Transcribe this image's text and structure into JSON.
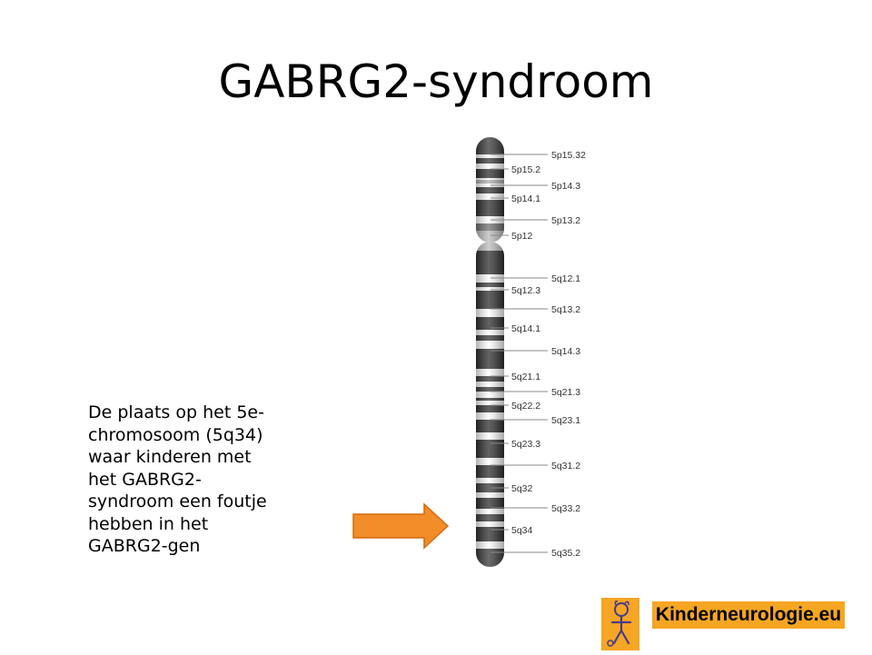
{
  "slide": {
    "title": "GABRG2-syndroom",
    "caption_lines": [
      "De plaats op het 5e-",
      "chromosoom  (5q34)",
      "waar kinderen met",
      "het GABRG2-",
      "syndroom een foutje",
      "hebben in het",
      "GABRG2-gen"
    ]
  },
  "chromosome": {
    "right_labels": [
      "5p15.32",
      "5p14.3",
      "5p13.2",
      "5q12.1",
      "5q13.2",
      "5q14.3",
      "5q21.3",
      "5q23.1",
      "5q31.2",
      "5q33.2",
      "5q35.2"
    ],
    "left_labels": [
      "5p15.2",
      "5p14.1",
      "5p12",
      "5q12.3",
      "5q14.1",
      "5q21.1",
      "5q22.2",
      "5q23.3",
      "5q32",
      "5q34"
    ],
    "highlighted_band": "5q34"
  },
  "arrow": {
    "color": "#f28c28",
    "points_to": "5q34"
  },
  "logo": {
    "text": "Kinderneurologie.eu",
    "icon": "child-figure-icon",
    "color": "#f5a623"
  }
}
